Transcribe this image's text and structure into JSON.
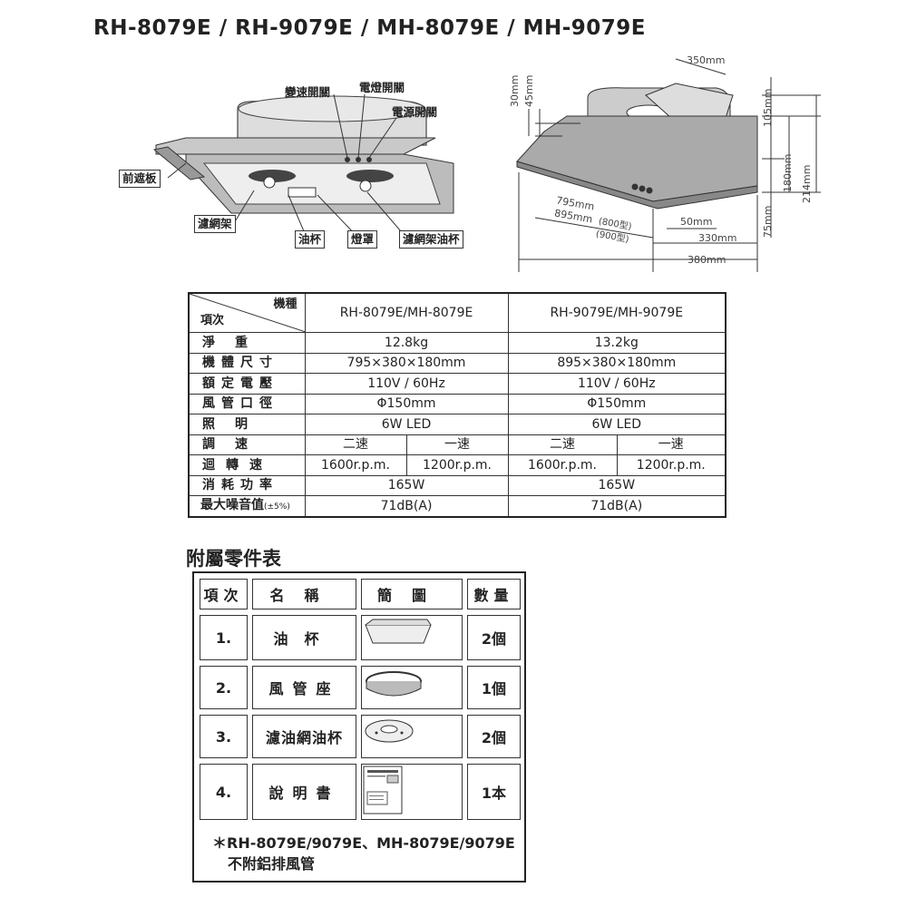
{
  "header": {
    "title": "RH-8079E / RH-9079E / MH-8079E / MH-9079E"
  },
  "callouts": {
    "speed_switch": "變速開關",
    "light_switch": "電燈開關",
    "power_switch": "電源開關",
    "front_cover": "前遮板",
    "filter_frame": "濾網架",
    "oil_cup": "油杯",
    "lamp_cover": "燈罩",
    "filter_oil_cup": "濾網架油杯"
  },
  "dimensions": {
    "d350": "350mm",
    "d30": "30mm",
    "d45": "45mm",
    "d105": "105mm",
    "d180": "180mm",
    "d214": "214mm",
    "d75": "75mm",
    "d795": "795mm",
    "d895": "895mm",
    "d800": "(800型)",
    "d900": "(900型)",
    "d50": "50mm",
    "d330": "330mm",
    "d380": "380mm"
  },
  "spec_table": {
    "corner_top": "機種",
    "corner_bottom": "項次",
    "models": [
      "RH-8079E/MH-8079E",
      "RH-9079E/MH-9079E"
    ],
    "rows": {
      "weight": {
        "label": "淨重",
        "a": "12.8kg",
        "b": "13.2kg"
      },
      "size": {
        "label": "機體尺寸",
        "a": "795×380×180mm",
        "b": "895×380×180mm"
      },
      "voltage": {
        "label": "額定電壓",
        "a": "110V / 60Hz",
        "b": "110V / 60Hz"
      },
      "duct": {
        "label": "風管口徑",
        "a": "Φ150mm",
        "b": "Φ150mm"
      },
      "light": {
        "label": "照明",
        "a": "6W LED",
        "b": "6W LED"
      },
      "speed": {
        "label": "調速",
        "a1": "二速",
        "a2": "一速",
        "b1": "二速",
        "b2": "一速"
      },
      "rpm": {
        "label": "迴轉速",
        "a1": "1600r.p.m.",
        "a2": "1200r.p.m.",
        "b1": "1600r.p.m.",
        "b2": "1200r.p.m."
      },
      "power": {
        "label": "消耗功率",
        "a": "165W",
        "b": "165W"
      },
      "noise": {
        "label": "最大噪音值",
        "label_small": "(±5%)",
        "a": "71dB(A)",
        "b": "71dB(A)"
      }
    }
  },
  "parts": {
    "title": "附屬零件表",
    "headers": [
      "項次",
      "名稱",
      "簡圖",
      "數量"
    ],
    "items": [
      {
        "no": "1.",
        "name": "油杯",
        "qty": "2個"
      },
      {
        "no": "2.",
        "name": "風管座",
        "qty": "1個"
      },
      {
        "no": "3.",
        "name": "濾油網油杯",
        "qty": "2個"
      },
      {
        "no": "4.",
        "name": "說明書",
        "qty": "1本"
      }
    ],
    "note_line1": "＊RH-8079E/9079E、MH-8079E/9079E",
    "note_line2": "不附鋁排風管"
  }
}
